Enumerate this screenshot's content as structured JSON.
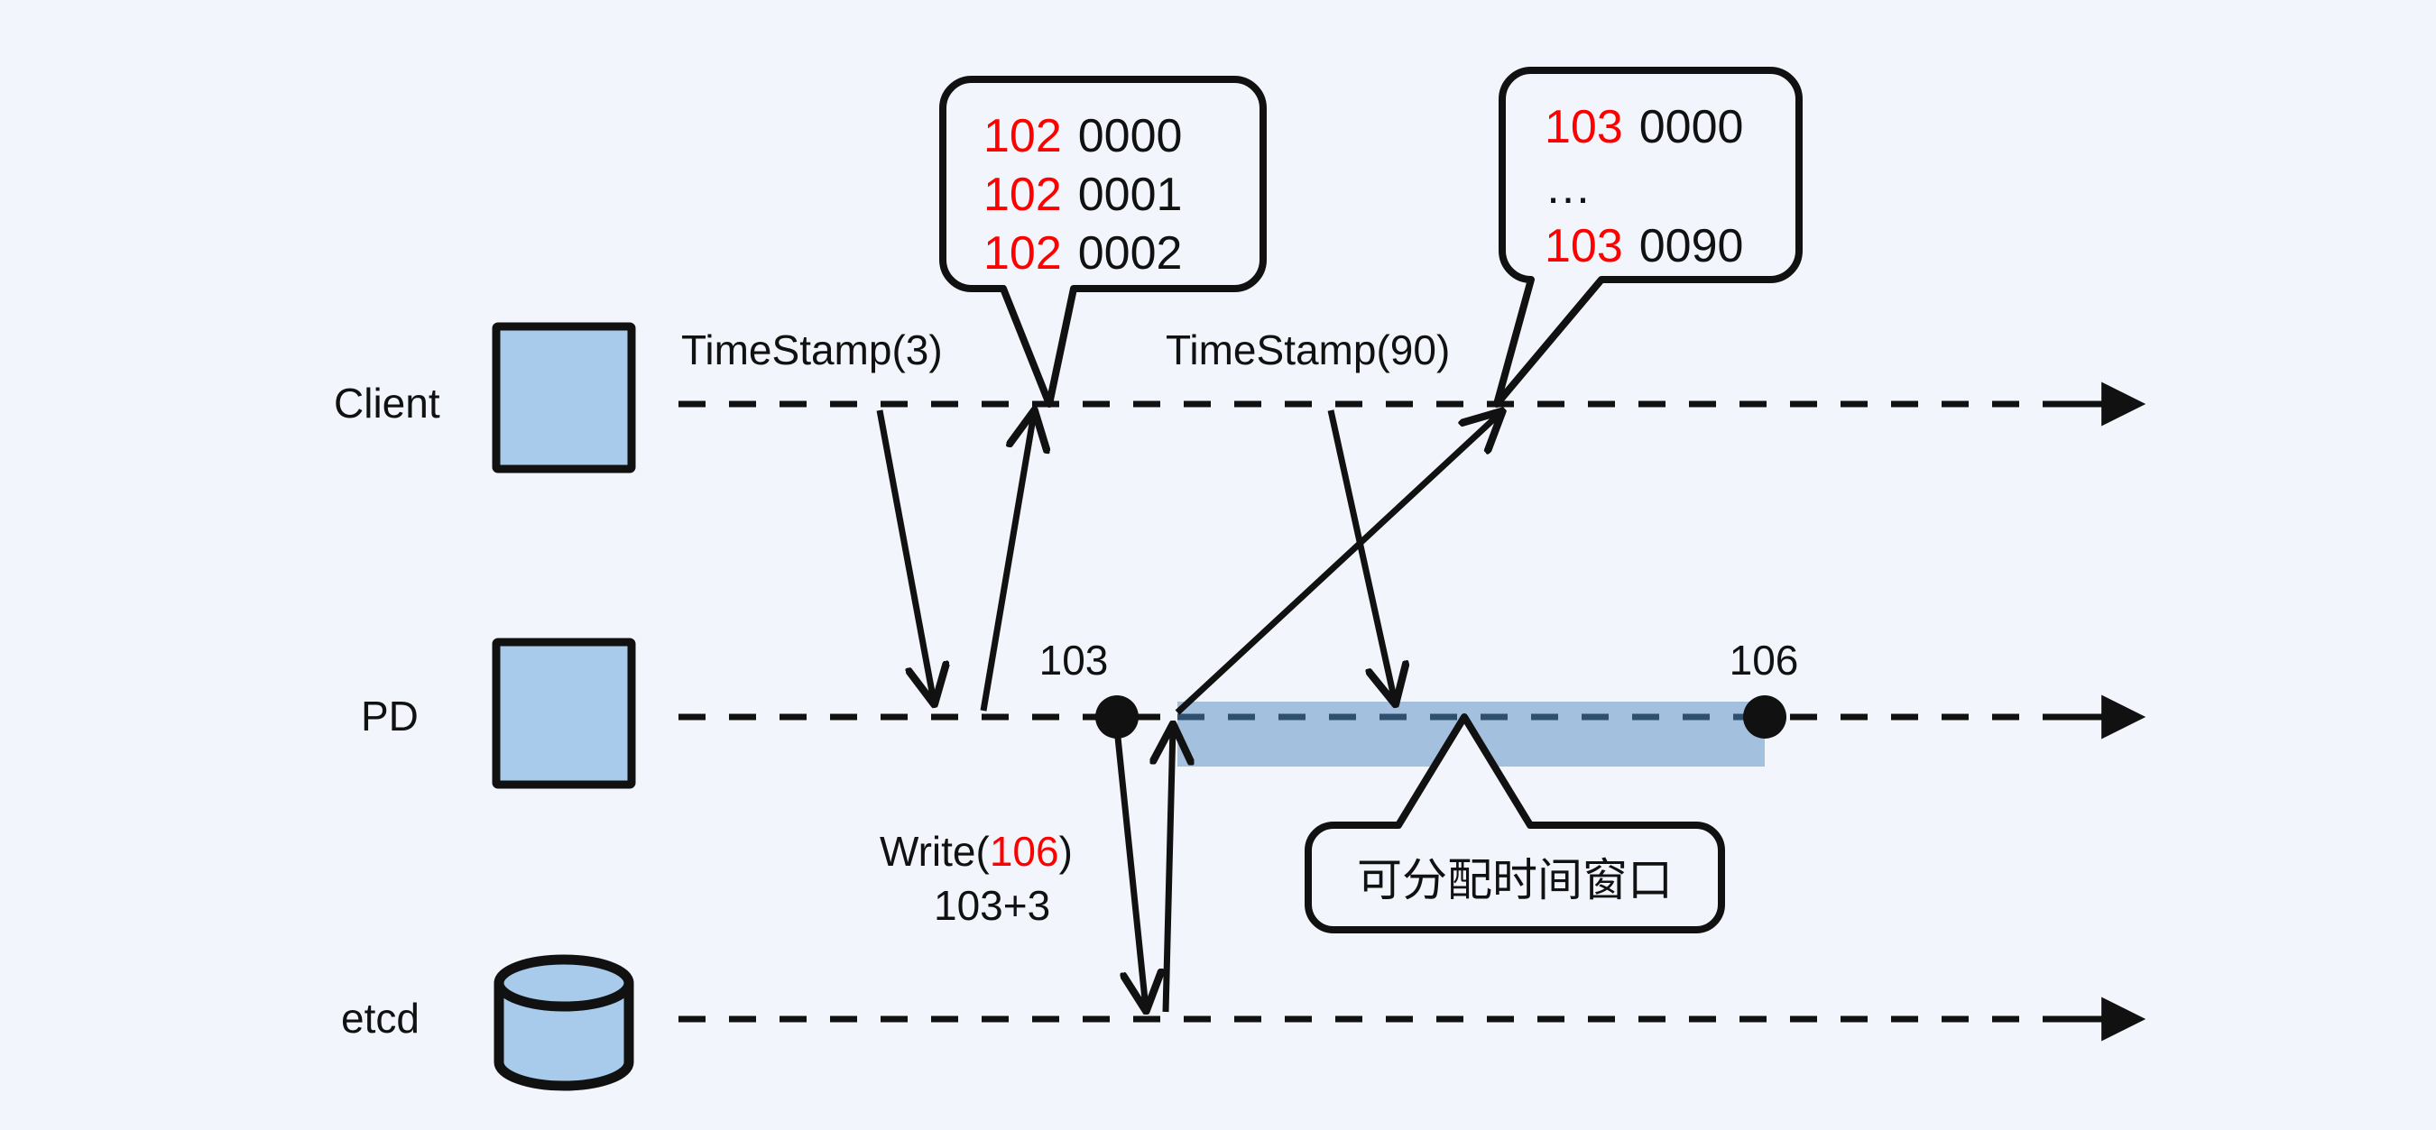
{
  "diagram": {
    "title_semantics": "TSO timestamp allocation sequence diagram",
    "background_color": "#f2f6fc",
    "accent_blue": "#a8cbec",
    "window_blue": "#a3c0de",
    "highlight_red": "#ff0000",
    "line_color": "#111111"
  },
  "lanes": [
    {
      "id": "client",
      "label": "Client",
      "icon": "box-icon"
    },
    {
      "id": "pd",
      "label": "PD",
      "icon": "box-icon"
    },
    {
      "id": "etcd",
      "label": "etcd",
      "icon": "database-cylinder-icon"
    }
  ],
  "messages": [
    {
      "id": "ts3",
      "label": "TimeStamp(3)"
    },
    {
      "id": "ts90",
      "label": "TimeStamp(90)"
    }
  ],
  "callouts": [
    {
      "id": "callout-102",
      "rows": [
        {
          "prefix": "102",
          "suffix": "0000"
        },
        {
          "prefix": "102",
          "suffix": "0001"
        },
        {
          "prefix": "102",
          "suffix": "0002"
        }
      ]
    },
    {
      "id": "callout-103",
      "rows": [
        {
          "prefix": "103",
          "suffix": "0000"
        },
        {
          "prefix": "…",
          "suffix": ""
        },
        {
          "prefix": "103",
          "suffix": "0090"
        }
      ]
    }
  ],
  "pd_ticks": [
    {
      "id": "tick-103",
      "value": "103"
    },
    {
      "id": "tick-106",
      "value": "106"
    }
  ],
  "write_label": {
    "prefix": "Write(",
    "value": "106",
    "suffix": ")",
    "second_line": "103+3"
  },
  "window_note": {
    "text": "可分配时间窗口"
  }
}
